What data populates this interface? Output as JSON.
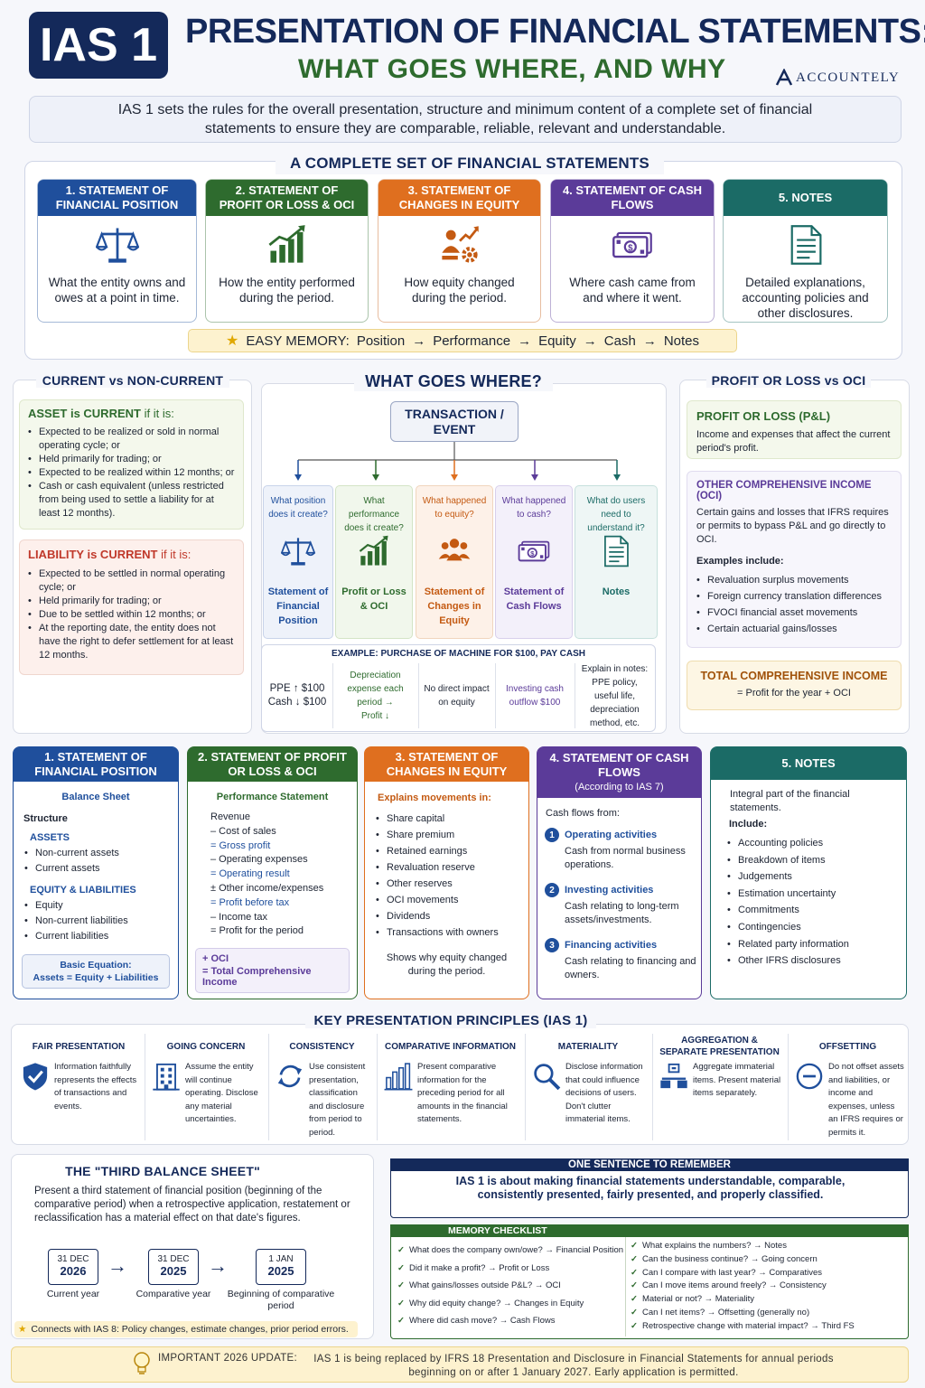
{
  "header": {
    "badge": "IAS 1",
    "title": "PRESENTATION OF FINANCIAL STATEMENTS:",
    "subtitle": "WHAT GOES WHERE, AND WHY",
    "brand": "ACCOUNTELY",
    "intro": "IAS 1 sets the rules for the overall presentation, structure and minimum content of a complete set of financial statements to ensure they are comparable, reliable, relevant and understandable."
  },
  "complete_set": {
    "title": "A COMPLETE SET OF FINANCIAL STATEMENTS",
    "cards": [
      {
        "title": "1. STATEMENT OF FINANCIAL POSITION",
        "icon": "scales-icon",
        "desc": "What the entity owns and owes at a point in time."
      },
      {
        "title": "2. STATEMENT OF PROFIT OR LOSS & OCI",
        "icon": "bar-chart-icon",
        "desc": "How the entity performed during the period."
      },
      {
        "title": "3. STATEMENT OF CHANGES IN EQUITY",
        "icon": "people-growth-icon",
        "desc": "How equity changed during the period."
      },
      {
        "title": "4. STATEMENT OF CASH FLOWS",
        "icon": "cash-icon",
        "desc": "Where cash came from and where it went."
      },
      {
        "title": "5. NOTES",
        "icon": "document-icon",
        "desc": "Detailed explanations, accounting policies and other disclosures."
      }
    ],
    "memory_label": "EASY MEMORY:",
    "memory": [
      "Position",
      "Performance",
      "Equity",
      "Cash",
      "Notes"
    ]
  },
  "current": {
    "title": "CURRENT vs NON-CURRENT",
    "asset_head": "ASSET is CURRENT",
    "asset_tail": "if it is:",
    "asset_items": [
      "Expected to be realized or sold in normal operating cycle; or",
      "Held primarily for trading; or",
      "Expected to be realized within 12 months; or",
      "Cash or cash equivalent (unless restricted from being used to settle a liability for at least 12 months)."
    ],
    "liab_head": "LIABILITY is CURRENT",
    "liab_tail": "if it is:",
    "liab_items": [
      "Expected to be settled in normal operating cycle; or",
      "Held primarily for trading; or",
      "Due to be settled within 12 months; or",
      "At the reporting date, the entity does not have the right to defer settlement for at least 12 months."
    ]
  },
  "where": {
    "title": "WHAT GOES WHERE?",
    "root": "TRANSACTION / EVENT",
    "branches": [
      {
        "q": "What position does it create?",
        "a": "Statement of Financial Position"
      },
      {
        "q": "What performance does it create?",
        "a": "Profit or Loss & OCI"
      },
      {
        "q": "What happened to equity?",
        "a": "Statement of Changes in Equity"
      },
      {
        "q": "What happened to cash?",
        "a": "Statement of Cash Flows"
      },
      {
        "q": "What do users need to understand it?",
        "a": "Notes"
      }
    ],
    "example_title": "EXAMPLE: PURCHASE OF MACHINE FOR $100, PAY CASH",
    "example": [
      "PPE ↑ $100\nCash ↓ $100",
      "Depreciation expense each period →\nProfit ↓",
      "No direct impact on equity",
      "Investing cash outflow $100",
      "Explain in notes: PPE policy, useful life, depreciation method, etc."
    ]
  },
  "pl": {
    "title": "PROFIT OR LOSS vs OCI",
    "pl_head": "PROFIT OR LOSS (P&L)",
    "pl_desc": "Income and expenses that affect the current period's profit.",
    "oci_head": "OTHER COMPREHENSIVE INCOME (OCI)",
    "oci_desc": "Certain gains and losses that IFRS requires or permits to bypass P&L and go directly to OCI.",
    "ex_label": "Examples include:",
    "examples": [
      "Revaluation surplus movements",
      "Foreign currency translation differences",
      "FVOCI financial asset movements",
      "Certain actuarial gains/losses"
    ],
    "tci_head": "TOTAL COMPREHENSIVE INCOME",
    "tci_desc": "= Profit for the year + OCI"
  },
  "detail": {
    "sfp": {
      "title": "1. STATEMENT OF FINANCIAL POSITION",
      "sub": "Balance Sheet",
      "structure": "Structure",
      "assets": "ASSETS",
      "asset_items": [
        "Non-current assets",
        "Current assets"
      ],
      "el": "EQUITY & LIABILITIES",
      "el_items": [
        "Equity",
        "Non-current liabilities",
        "Current liabilities"
      ],
      "eq_label": "Basic Equation:",
      "eq": "Assets = Equity + Liabilities"
    },
    "pl": {
      "title": "2. STATEMENT OF PROFIT OR LOSS & OCI",
      "sub": "Performance Statement",
      "lines": [
        "Revenue",
        "– Cost of sales",
        "= Gross profit",
        "– Operating expenses",
        "= Operating result",
        "± Other income/expenses",
        "= Profit before tax",
        "– Income tax",
        "= Profit for the period"
      ],
      "oci1": "+ OCI",
      "oci2": "= Total Comprehensive Income"
    },
    "sce": {
      "title": "3. STATEMENT OF CHANGES IN EQUITY",
      "sub": "Explains movements in:",
      "items": [
        "Share capital",
        "Share premium",
        "Retained earnings",
        "Revaluation reserve",
        "Other reserves",
        "OCI movements",
        "Dividends",
        "Transactions with owners"
      ],
      "foot": "Shows why equity changed during the period."
    },
    "scf": {
      "title": "4. STATEMENT OF CASH FLOWS",
      "title2": "(According to IAS 7)",
      "sub": "Cash flows from:",
      "acts": [
        {
          "n": "1",
          "h": "Operating activities",
          "d": "Cash from normal business operations."
        },
        {
          "n": "2",
          "h": "Investing activities",
          "d": "Cash relating to long-term assets/investments."
        },
        {
          "n": "3",
          "h": "Financing activities",
          "d": "Cash relating to financing and owners."
        }
      ]
    },
    "notes": {
      "title": "5. NOTES",
      "intro": "Integral part of the financial statements.",
      "include": "Include:",
      "items": [
        "Accounting policies",
        "Breakdown of items",
        "Judgements",
        "Estimation uncertainty",
        "Commitments",
        "Contingencies",
        "Related party information",
        "Other IFRS disclosures"
      ]
    }
  },
  "principles": {
    "title": "KEY PRESENTATION PRINCIPLES (IAS 1)",
    "items": [
      {
        "h": "FAIR PRESENTATION",
        "d": "Information faithfully represents the effects of transactions and events.",
        "icon": "shield-check-icon"
      },
      {
        "h": "GOING CONCERN",
        "d": "Assume the entity will continue operating. Disclose any material uncertainties.",
        "icon": "building-icon"
      },
      {
        "h": "CONSISTENCY",
        "d": "Use consistent presentation, classification and disclosure from period to period.",
        "icon": "cycle-icon"
      },
      {
        "h": "COMPARATIVE INFORMATION",
        "d": "Present comparative information for the preceding period for all amounts in the financial statements.",
        "icon": "compare-chart-icon"
      },
      {
        "h": "MATERIALITY",
        "d": "Disclose information that could influence decisions of users. Don't clutter immaterial items.",
        "icon": "magnifier-icon"
      },
      {
        "h": "AGGREGATION & SEPARATE PRESENTATION",
        "d": "Aggregate immaterial items. Present material items separately.",
        "icon": "boxes-icon"
      },
      {
        "h": "OFFSETTING",
        "d": "Do not offset assets and liabilities, or income and expenses, unless an IFRS requires or permits it.",
        "icon": "minus-circle-icon"
      }
    ]
  },
  "third": {
    "title": "THE \"THIRD BALANCE SHEET\"",
    "desc": "Present a third statement of financial position (beginning of the comparative period) when a retrospective application, restatement or reclassification has a material effect on that date's figures.",
    "dates": [
      {
        "d": "31 DEC",
        "y": "2026",
        "l": "Current year"
      },
      {
        "d": "31 DEC",
        "y": "2025",
        "l": "Comparative year"
      },
      {
        "d": "1 JAN",
        "y": "2025",
        "l": "Beginning of comparative period"
      }
    ],
    "note": "Connects with IAS 8: Policy changes, estimate changes, prior period errors."
  },
  "sentence": {
    "title": "ONE SENTENCE TO REMEMBER",
    "text": "IAS 1 is about making financial statements understandable, comparable, consistently presented, fairly presented, and properly classified."
  },
  "checklist": {
    "title": "MEMORY CHECKLIST",
    "left": [
      "What does the company own/owe? → Financial Position",
      "Did it make a profit? → Profit or Loss",
      "What gains/losses outside P&L? → OCI",
      "Why did equity change? → Changes in Equity",
      "Where did cash move? → Cash Flows"
    ],
    "right": [
      "What explains the numbers? → Notes",
      "Can the business continue? → Going concern",
      "Can I compare with last year? → Comparatives",
      "Can I move items around freely? → Consistency",
      "Material or not? → Materiality",
      "Can I net items? → Offsetting (generally no)",
      "Retrospective change with material impact? → Third FS"
    ]
  },
  "update": {
    "label": "IMPORTANT 2026 UPDATE:",
    "text": "IAS 1 is being replaced by IFRS 18 Presentation and Disclosure in Financial Statements for annual periods beginning on or after 1 January 2027. Early application is permitted."
  }
}
